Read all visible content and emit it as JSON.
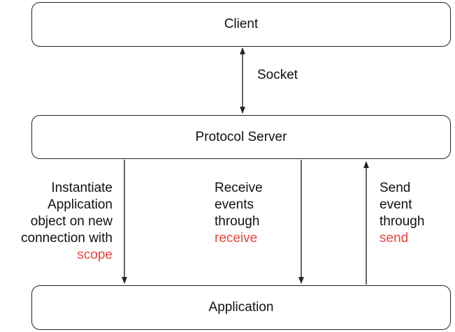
{
  "boxes": {
    "client": "Client",
    "protocol_server": "Protocol Server",
    "application": "Application"
  },
  "labels": {
    "socket": "Socket",
    "instantiate": {
      "lines": [
        "Instantiate",
        "Application",
        "object on new",
        "connection with"
      ],
      "highlight": "scope"
    },
    "receive": {
      "lines": [
        "Receive",
        "events",
        "through"
      ],
      "highlight": "receive"
    },
    "send": {
      "lines": [
        "Send",
        "event",
        "through"
      ],
      "highlight": "send"
    }
  },
  "colors": {
    "highlight": "#e8463c",
    "stroke": "#222222"
  }
}
